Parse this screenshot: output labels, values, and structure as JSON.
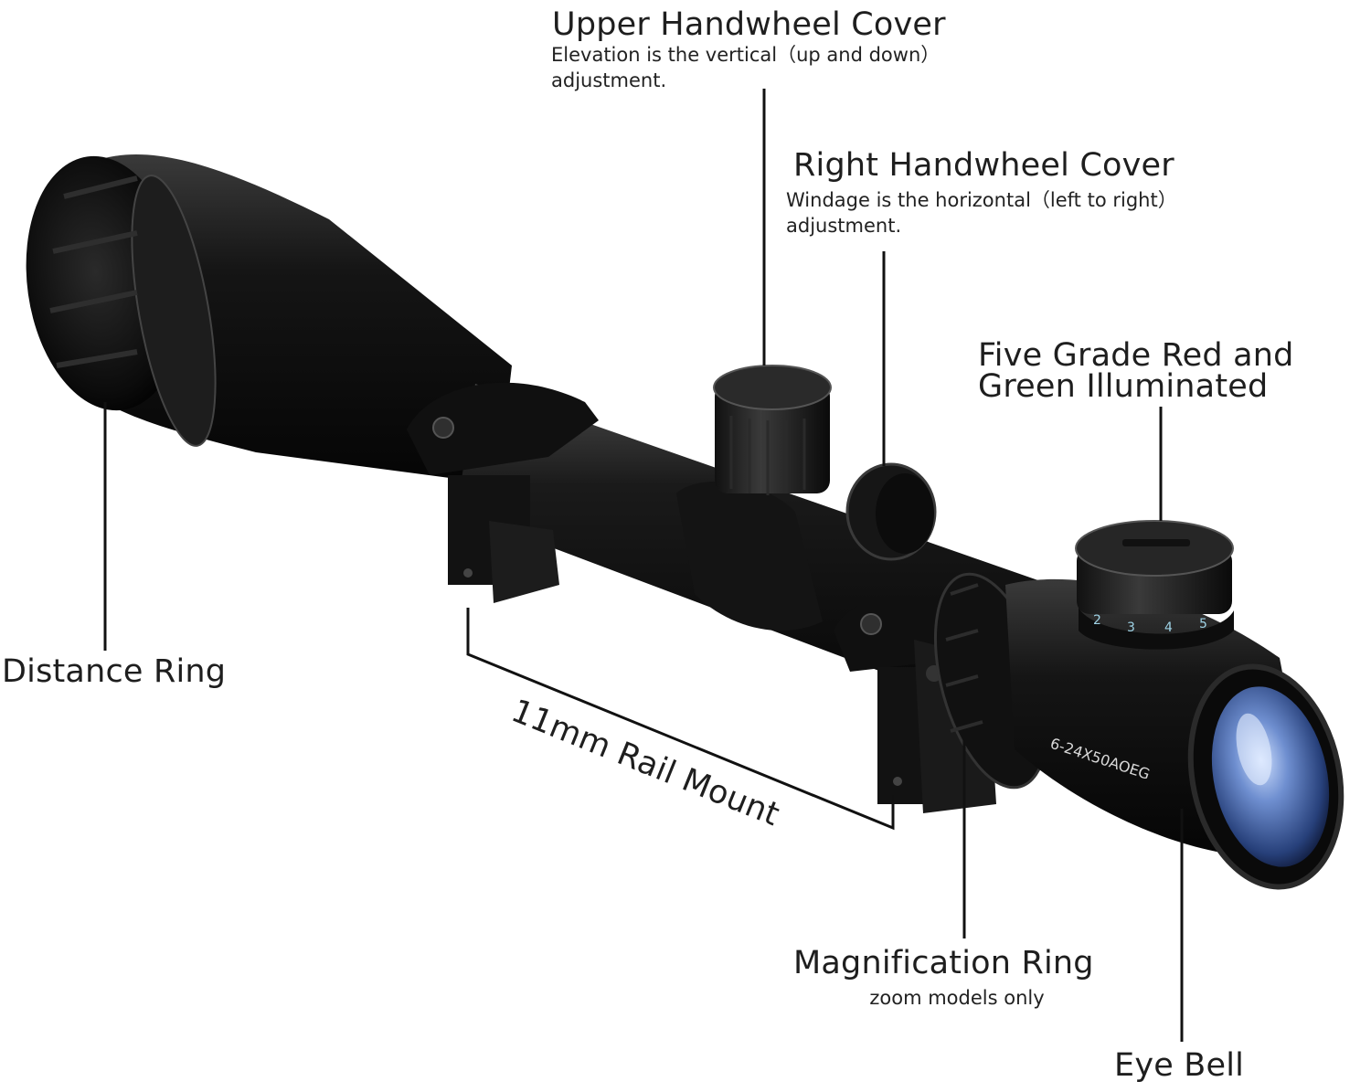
{
  "labels": {
    "upper_cover": {
      "title": "Upper Handwheel Cover",
      "desc": "Elevation is the vertical（up and down） adjustment."
    },
    "right_cover": {
      "title": "Right Handwheel Cover",
      "desc": "Windage is the horizontal（left to right） adjustment."
    },
    "illumination": {
      "title_line1": "Five Grade Red and",
      "title_line2": "Green Illuminated"
    },
    "distance_ring": {
      "title": "Distance Ring"
    },
    "rail_mount": {
      "title": "11mm Rail Mount"
    },
    "magnification_ring": {
      "title": "Magnification Ring",
      "desc": "zoom models only"
    },
    "eye_bell": {
      "title": "Eye Bell"
    }
  },
  "scope": {
    "model": "6-24X50AOEG",
    "illum_numbers": [
      "2",
      "3",
      "4",
      "5"
    ],
    "colors": {
      "body": "#0d0d0d",
      "lens": "#3f5f9e",
      "illum_text": "#9fd3e6"
    }
  }
}
